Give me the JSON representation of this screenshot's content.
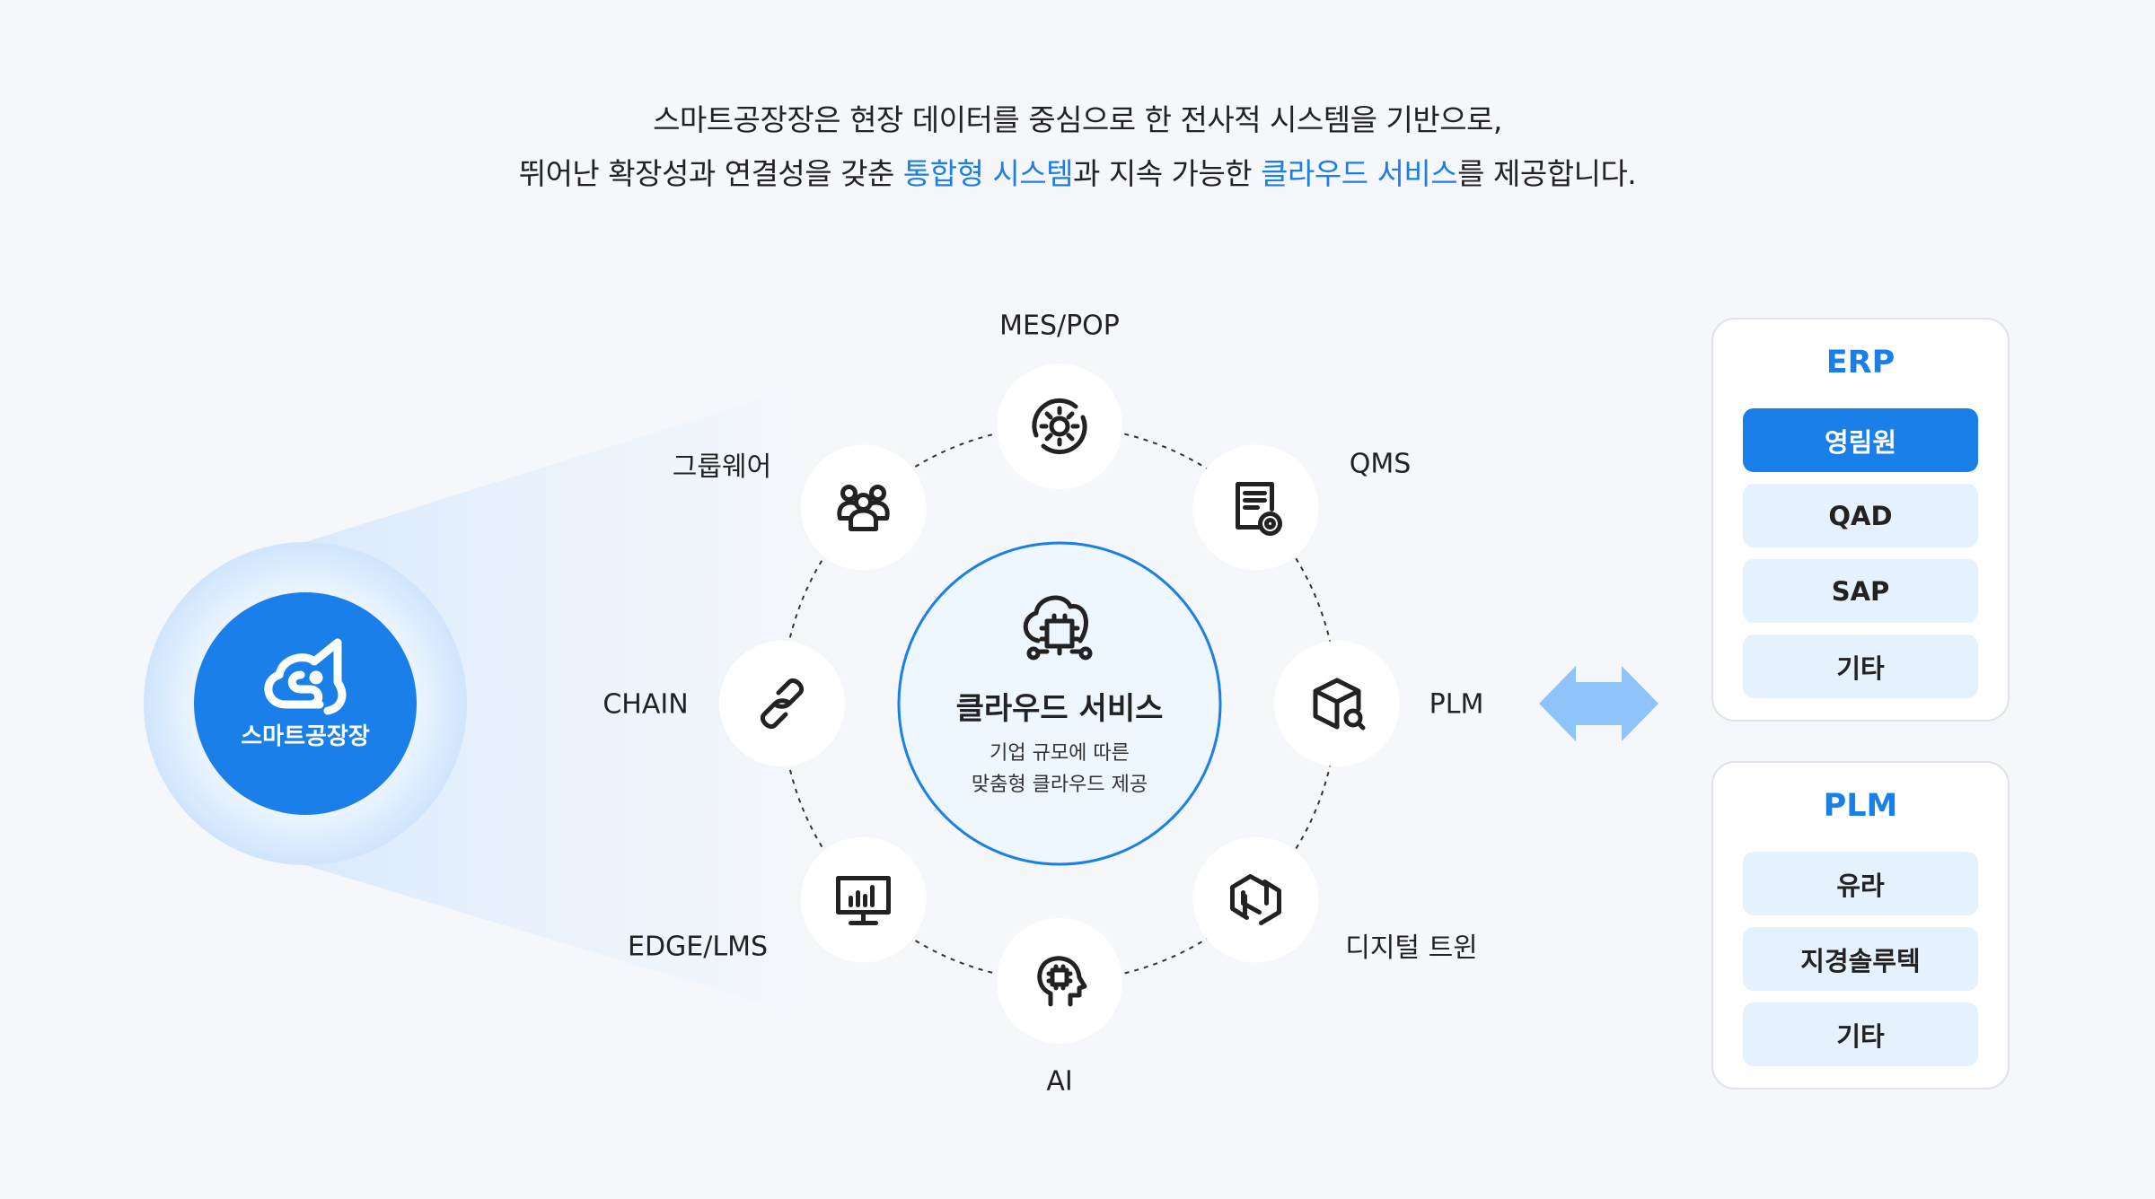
{
  "heading": {
    "line1": "스마트공장장은 현장 데이터를 중심으로 한 전사적 시스템을 기반으로,",
    "line2_a": "뛰어난 확장성과 연결성을 갖춘 ",
    "line2_hl1": "통합형 시스템",
    "line2_b": "과 지속 가능한 ",
    "line2_hl2": "클라우드 서비스",
    "line2_c": "를 제공합니다."
  },
  "logo": {
    "text": "스마트공장장",
    "icon": "cloud-s-logo"
  },
  "center": {
    "title": "클라우드 서비스",
    "sub1": "기업 규모에 따른",
    "sub2": "맞춤형 클라우드 제공",
    "icon": "cloud-chip-icon"
  },
  "nodes": [
    {
      "label": "MES/POP",
      "icon": "gear-refresh-icon"
    },
    {
      "label": "QMS",
      "icon": "document-gear-icon"
    },
    {
      "label": "PLM",
      "icon": "box-search-icon"
    },
    {
      "label": "디지털 트윈",
      "icon": "twin-hexagon-icon"
    },
    {
      "label": "AI",
      "icon": "head-chip-icon"
    },
    {
      "label": "EDGE/LMS",
      "icon": "monitor-chart-icon"
    },
    {
      "label": "CHAIN",
      "icon": "link-icon"
    },
    {
      "label": "그룹웨어",
      "icon": "users-icon"
    }
  ],
  "cards": [
    {
      "title": "ERP",
      "items": [
        "영림원",
        "QAD",
        "SAP",
        "기타"
      ],
      "active": 0
    },
    {
      "title": "PLM",
      "items": [
        "유라",
        "지경솔루텍",
        "기타"
      ]
    }
  ],
  "colors": {
    "accent": "#1a7fe8",
    "arrow": "#8ec4fa",
    "background": "#f5f7fa",
    "item_bg": "#e5f1fd"
  }
}
